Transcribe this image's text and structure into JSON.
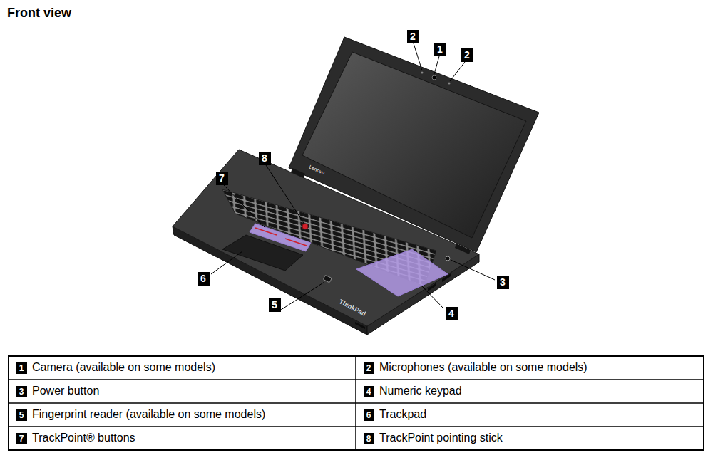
{
  "diagram": {
    "title": "Front view",
    "labels": [
      "2",
      "1",
      "2",
      "8",
      "7",
      "3",
      "6",
      "4",
      "5",
      "Lenovo",
      "ThinkPad",
      "1",
      "Camera (available on some models)",
      "2",
      "Microphones (available on some models)",
      "3",
      "Power button",
      "4",
      "Numeric keypad",
      "5",
      "Fingerprint reader (available on some models)",
      "6",
      "Trackpad",
      "7",
      "TrackPoint® buttons",
      "8",
      "TrackPoint pointing stick"
    ]
  }
}
